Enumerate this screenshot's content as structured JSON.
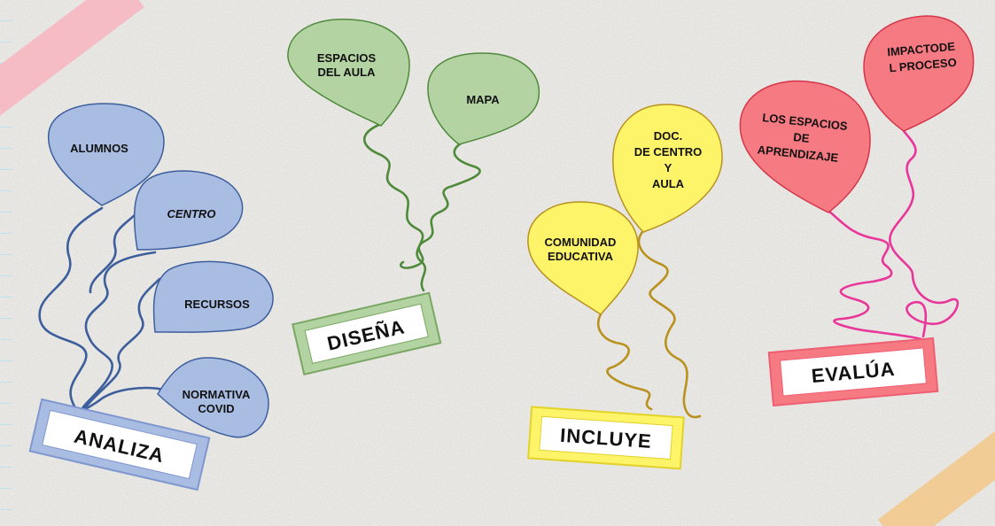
{
  "groups": [
    {
      "id": "analiza",
      "color": "#a9bde3",
      "string_color": "#3d5e9c",
      "verb": "ANALIZA",
      "balloons": [
        {
          "lines": [
            "ALUMNOS"
          ]
        },
        {
          "lines": [
            "CENTRO"
          ]
        },
        {
          "lines": [
            "RECURSOS"
          ]
        },
        {
          "lines": [
            "NORMATIVA",
            "COVID"
          ]
        }
      ]
    },
    {
      "id": "disena",
      "color": "#b3d3a2",
      "string_color": "#4f8a3b",
      "verb": "DISEÑA",
      "balloons": [
        {
          "lines": [
            "ESPACIOS",
            "DEL AULA"
          ]
        },
        {
          "lines": [
            "MAPA"
          ]
        }
      ]
    },
    {
      "id": "incluye",
      "color": "#fdf46a",
      "string_color": "#b9911e",
      "verb": "INCLUYE",
      "balloons": [
        {
          "lines": [
            "COMUNIDAD",
            "EDUCATIVA"
          ]
        },
        {
          "lines": [
            "DOC.",
            "DE CENTRO",
            "Y",
            "AULA"
          ]
        }
      ]
    },
    {
      "id": "evalua",
      "color": "#f67a82",
      "string_color": "#e8369a",
      "verb": "EVALÚA",
      "balloons": [
        {
          "lines": [
            "LOS ESPACIOS",
            "DE",
            "APRENDIZAJE"
          ]
        },
        {
          "lines": [
            "IMPACTODE",
            "L PROCESO"
          ]
        }
      ]
    }
  ],
  "colors": {
    "background": "#e9e7e3",
    "tape_pink": "#f6b7c1",
    "tape_orange": "#f2c98d",
    "verb_box_analiza": "#9fb3de",
    "verb_box_disena": "#7aa764",
    "verb_box_incluye": "#f7ee3a",
    "verb_box_evalua": "#ef5f73"
  }
}
